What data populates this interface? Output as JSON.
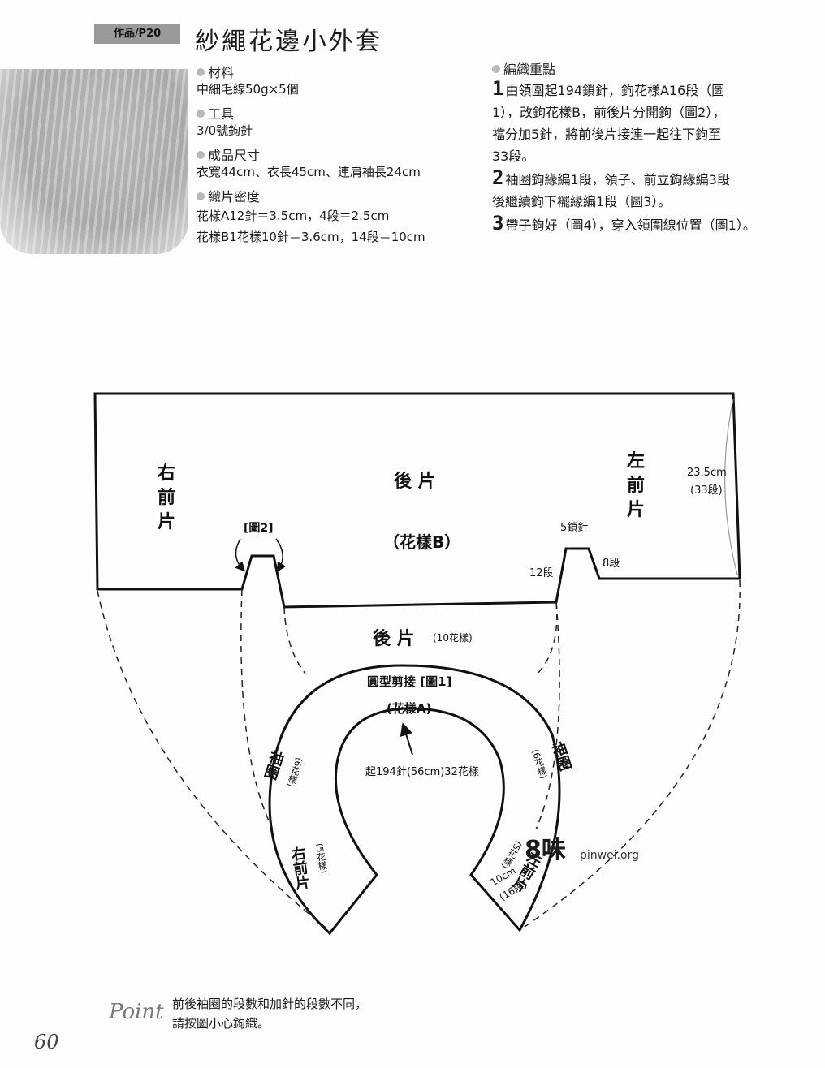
{
  "header": {
    "tag": "作品/P20",
    "title": "紗繩花邊小外套"
  },
  "materials": [
    {
      "heading": "材料",
      "lines": [
        "中細毛線50g×5個"
      ]
    },
    {
      "heading": "工具",
      "lines": [
        "3/0號鉤針"
      ]
    },
    {
      "heading": "成品尺寸",
      "lines": [
        "衣寬44cm、衣長45cm、連肩袖長24cm"
      ]
    },
    {
      "heading": "織片密度",
      "lines": [
        "花樣A12針＝3.5cm，4段＝2.5cm",
        "花樣B1花樣10針＝3.6cm，14段＝10cm"
      ]
    }
  ],
  "instructions": {
    "heading": "編織重點",
    "steps": [
      {
        "num": "1",
        "lines": [
          "由領圍起194鎖針，鉤花樣A16段（圖",
          "1），改鉤花樣B，前後片分開鉤（圖2），",
          "襠分加5針，將前後片接連一起往下鉤至",
          "33段。"
        ]
      },
      {
        "num": "2",
        "lines": [
          "袖圈鉤緣編1段，領子、前立鉤緣編3段",
          "後繼續鉤下襬緣編1段（圖3）。"
        ]
      },
      {
        "num": "3",
        "lines": [
          "帶子鉤好（圖4），穿入領圍線位置（圖1）。"
        ]
      }
    ]
  },
  "diagram": {
    "back_piece": "後 片",
    "pattern_b": "（花樣B）",
    "right_front": "右前片",
    "left_front": "左前片",
    "fig2": "[圖2]",
    "chains5": "5鎖針",
    "rows12": "12段",
    "rows8": "8段",
    "height": "23.5cm",
    "height_rows": "(33段)",
    "back_lower": "後 片",
    "back_lower_count": "(10花樣)",
    "yoke": "圓型剪接 [圖1]",
    "pattern_a": "(花樣A)",
    "cast_on": "起194針(56cm)32花樣",
    "sleeve_left": "袖圈",
    "sleeve_left_count": "(6花樣)",
    "sleeve_right": "袖圈",
    "sleeve_right_count": "(6花樣)",
    "front_right_lower": "右前片",
    "front_right_count": "(5花樣)",
    "front_left_lower": "左前片",
    "front_left_count": "(5花樣)",
    "depth": "10cm",
    "depth_rows": "(16段)"
  },
  "point": {
    "label": "Point",
    "text": "前後袖圈的段數和加針的段數不同，請按圖小心鉤織。"
  },
  "page_number": "60",
  "watermark": {
    "logo": "8味",
    "url": "pinwei.org"
  }
}
